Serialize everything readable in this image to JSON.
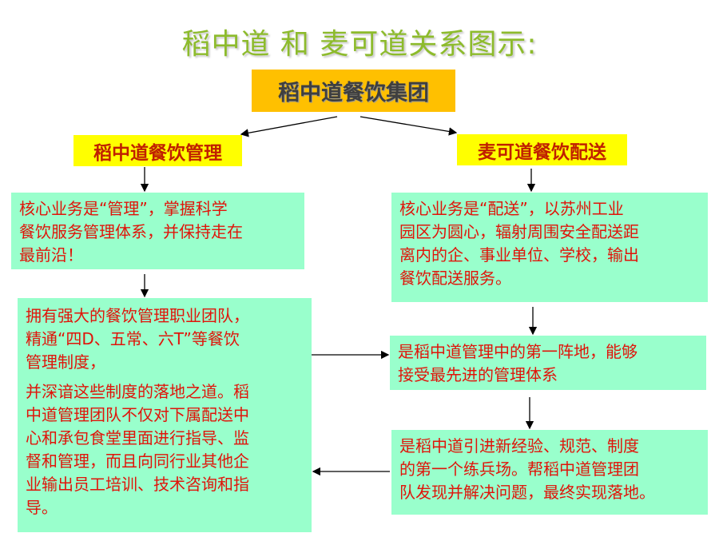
{
  "title": "稻中道 和 麦可道关系图示:",
  "top_box": "稻中道餐饮集团",
  "left": {
    "header": "稻中道餐饮管理",
    "box1_lines": [
      "核心业务是“管理”，掌握科学",
      "餐饮服务管理体系，并保持走在",
      "最前沿！"
    ],
    "box2_lines_a": [
      "拥有强大的餐饮管理职业团队，",
      "精通“四D、五常、六T”等餐饮",
      "管理制度，"
    ],
    "box2_lines_b": [
      "并深谙这些制度的落地之道。稻",
      "中道管理团队不仅对下属配送中",
      "心和承包食堂里面进行指导、监",
      "督和管理，而且向同行业其他企",
      "业输出员工培训、技术咨询和指",
      "导。"
    ]
  },
  "right": {
    "header": "麦可道餐饮配送",
    "box1_lines": [
      "核心业务是“配送”，以苏州工业",
      "园区为圆心，辐射周围安全配送距",
      "离内的企、事业单位、学校，输出",
      "餐饮配送服务。"
    ],
    "box2_lines": [
      "是稻中道管理中的第一阵地，能够",
      "接受最先进的管理体系"
    ],
    "box3_lines": [
      "是稻中道引进新经验、规范、制度",
      "的第一个练兵场。帮稻中道管理团",
      "队发现并解决问题，最终实现落地。"
    ]
  },
  "colors": {
    "title": "#8DBB2C",
    "top_box": "#FFC000",
    "header": "#FFFF00",
    "header_text": "#C02000",
    "box": "#99FFCC",
    "box_text": "#E0140A"
  }
}
